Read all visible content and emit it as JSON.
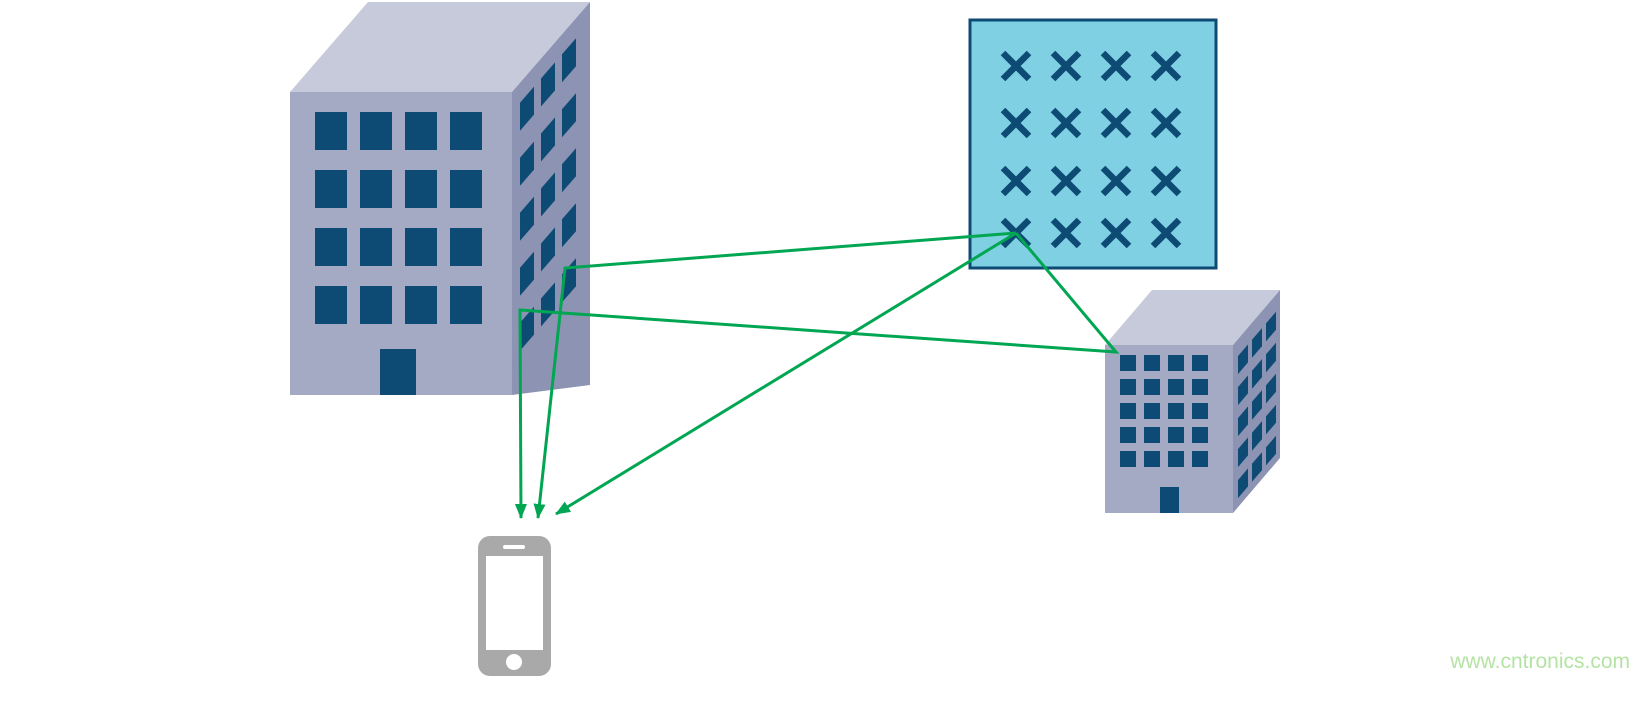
{
  "watermark": {
    "text": "www.cntronics.com"
  },
  "palette": {
    "bg": "#ffffff",
    "building_front": "#a5aac4",
    "building_side": "#8d93b2",
    "building_roof": "#c7cada",
    "window": "#0d4b75",
    "panel_fill": "#80d0e3",
    "panel_border": "#0d4b75",
    "signal": "#00a651",
    "phone_body": "#a9a9a9",
    "phone_detail": "#ffffff",
    "watermark_color": "#b4e3a4"
  },
  "diagram": {
    "kind": "wireless-signal-multipath-illustration",
    "nodes": [
      {
        "id": "antenna-panel",
        "type": "antenna-array",
        "element_rows": 4,
        "element_cols": 4
      },
      {
        "id": "building-left",
        "type": "building",
        "front_window_rows": 4,
        "front_window_cols": 4
      },
      {
        "id": "building-right",
        "type": "building",
        "front_window_rows": 5,
        "front_window_cols": 4
      },
      {
        "id": "phone",
        "type": "smartphone"
      }
    ],
    "signal_paths": [
      {
        "from": "antenna-panel",
        "via": [
          "building-left"
        ],
        "to": "phone"
      },
      {
        "from": "antenna-panel",
        "via": [],
        "to": "phone"
      },
      {
        "from": "antenna-panel",
        "via": [
          "building-right",
          "building-left"
        ],
        "to": "phone"
      }
    ]
  }
}
